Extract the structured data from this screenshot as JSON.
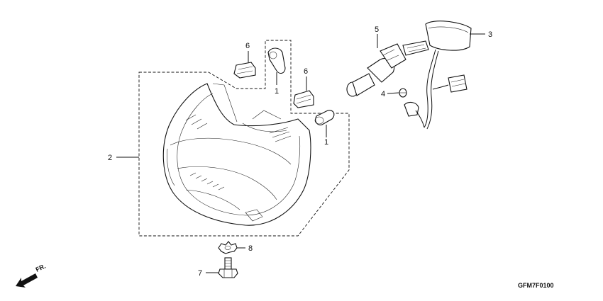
{
  "diagram": {
    "callouts": [
      {
        "id": "c1a",
        "label": "1"
      },
      {
        "id": "c1b",
        "label": "1"
      },
      {
        "id": "c2",
        "label": "2"
      },
      {
        "id": "c3",
        "label": "3"
      },
      {
        "id": "c4",
        "label": "4"
      },
      {
        "id": "c5",
        "label": "5"
      },
      {
        "id": "c6a",
        "label": "6"
      },
      {
        "id": "c6b",
        "label": "6"
      },
      {
        "id": "c7",
        "label": "7"
      },
      {
        "id": "c8",
        "label": "8"
      }
    ],
    "direction_label": "FR.",
    "drawing_code": "GFM7F0100"
  }
}
